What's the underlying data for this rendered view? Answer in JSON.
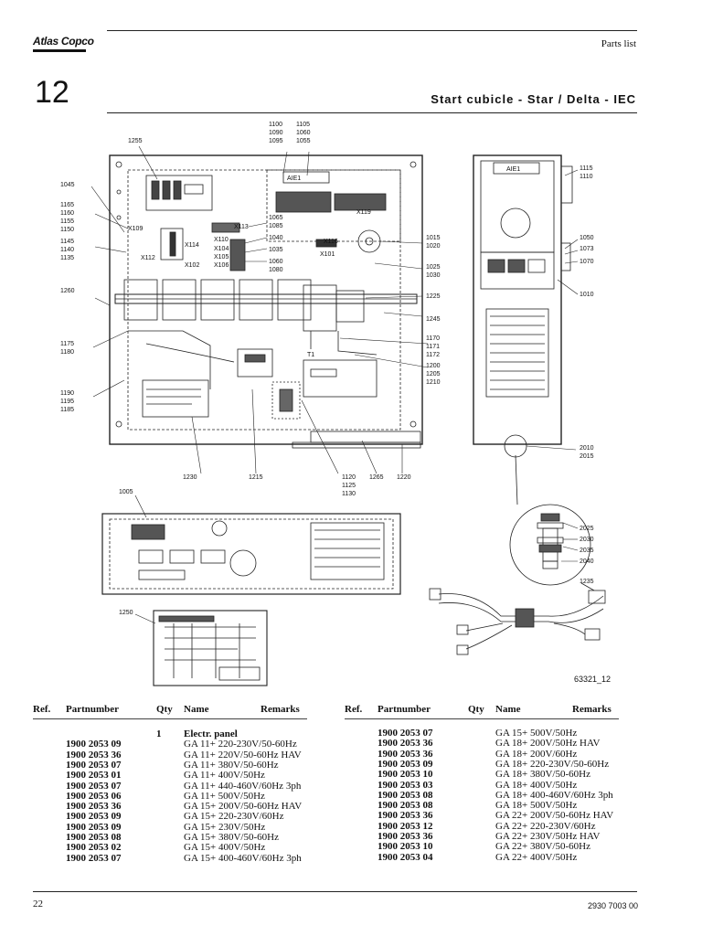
{
  "header": {
    "logo_text": "Atlas Copco",
    "doc_type": "Parts list",
    "section_number": "12",
    "section_title": "Start cubicle - Star / Delta - IEC"
  },
  "diagram": {
    "figure_number": "63321_12",
    "callouts": {
      "c1255": "1255",
      "c1100": "1100",
      "c1090": "1090",
      "c1095": "1095",
      "c1105": "1105",
      "c1060": "1060",
      "c1055": "1055",
      "c1045": "1045",
      "c1165": "1165",
      "c1160": "1160",
      "c1155": "1155",
      "c1150": "1150",
      "c1145": "1145",
      "c1140": "1140",
      "c1135": "1135",
      "c1260": "1260",
      "c1175": "1175",
      "c1180": "1180",
      "c1190": "1190",
      "c1195": "1195",
      "c1185": "1185",
      "c1065": "1065",
      "c1085": "1085",
      "c1040": "1040",
      "c1035": "1035",
      "c1080": "1080",
      "c1015": "1015",
      "c1020": "1020",
      "c1025": "1025",
      "c1030": "1030",
      "c1225": "1225",
      "c1245": "1245",
      "c1170": "1170",
      "c1171": "1171",
      "c1172": "1172",
      "c1200": "1200",
      "c1205": "1205",
      "c1210": "1210",
      "c1230": "1230",
      "c1215": "1215",
      "c1120": "1120",
      "c1125": "1125",
      "c1130": "1130",
      "c1265": "1265",
      "c1220": "1220",
      "c1115": "1115",
      "c1110": "1110",
      "c1050": "1050",
      "c1073": "1073",
      "c1070": "1070",
      "c1010": "1010",
      "c2010": "2010",
      "c2015": "2015",
      "c1005": "1005",
      "c2025": "2025",
      "c2030": "2030",
      "c2035": "2035",
      "c2040": "2040",
      "c1235": "1235",
      "c1250": "1250",
      "lblX109": "X109",
      "lblX112": "X112",
      "lblX113": "X113",
      "lblX114": "X114",
      "lblX110": "X110",
      "lblX104": "X104",
      "lblX105": "X105",
      "lblX106": "X106",
      "lblX102": "X102",
      "lblX101": "X101",
      "lblX116": "X116",
      "lblX119": "X119",
      "lblT1": "T1",
      "lblAIE1": "AIE1",
      "lblAIE1b": "AIE1"
    }
  },
  "table": {
    "headers": {
      "ref": "Ref.",
      "part": "Partnumber",
      "qty": "Qty",
      "name": "Name",
      "remarks": "Remarks"
    },
    "left_rows": [
      {
        "qty": "1",
        "part": "",
        "name": "Electr. panel",
        "bold_name": true
      },
      {
        "part": "1900 2053 09",
        "name": "GA 11+ 220-230V/50-60Hz"
      },
      {
        "part": "1900 2053 36",
        "name": "GA 11+ 220V/50-60Hz HAV"
      },
      {
        "part": "1900 2053 07",
        "name": "GA 11+ 380V/50-60Hz"
      },
      {
        "part": "1900 2053 01",
        "name": "GA 11+ 400V/50Hz"
      },
      {
        "part": "1900 2053 07",
        "name": "GA 11+ 440-460V/60Hz 3ph"
      },
      {
        "part": "1900 2053 06",
        "name": "GA 11+ 500V/50Hz"
      },
      {
        "part": "1900 2053 36",
        "name": "GA 15+ 200V/50-60Hz HAV"
      },
      {
        "part": "1900 2053 09",
        "name": "GA 15+ 220-230V/60Hz"
      },
      {
        "part": "1900 2053 09",
        "name": "GA 15+ 230V/50Hz"
      },
      {
        "part": "1900 2053 08",
        "name": "GA 15+ 380V/50-60Hz"
      },
      {
        "part": "1900 2053 02",
        "name": "GA 15+ 400V/50Hz"
      },
      {
        "part": "1900 2053 07",
        "name": "GA 15+ 400-460V/60Hz 3ph"
      }
    ],
    "right_rows": [
      {
        "part": "1900 2053 07",
        "name": "GA 15+ 500V/50Hz"
      },
      {
        "part": "1900 2053 36",
        "name": "GA 18+ 200V/50Hz HAV"
      },
      {
        "part": "1900 2053 36",
        "name": "GA 18+ 200V/60Hz"
      },
      {
        "part": "1900 2053 09",
        "name": "GA 18+ 220-230V/50-60Hz"
      },
      {
        "part": "1900 2053 10",
        "name": "GA 18+ 380V/50-60Hz"
      },
      {
        "part": "1900 2053 03",
        "name": "GA 18+ 400V/50Hz"
      },
      {
        "part": "1900 2053 08",
        "name": "GA 18+ 400-460V/60Hz 3ph"
      },
      {
        "part": "1900 2053 08",
        "name": "GA 18+ 500V/50Hz"
      },
      {
        "part": "1900 2053 36",
        "name": "GA 22+ 200V/50-60Hz HAV"
      },
      {
        "part": "1900 2053 12",
        "name": "GA 22+ 220-230V/60Hz"
      },
      {
        "part": "1900 2053 36",
        "name": "GA 22+ 230V/50Hz HAV"
      },
      {
        "part": "1900 2053 10",
        "name": "GA 22+ 380V/50-60Hz"
      },
      {
        "part": "1900 2053 04",
        "name": "GA 22+ 400V/50Hz"
      }
    ]
  },
  "footer": {
    "page_number": "22",
    "doc_number": "2930  7003  00"
  }
}
